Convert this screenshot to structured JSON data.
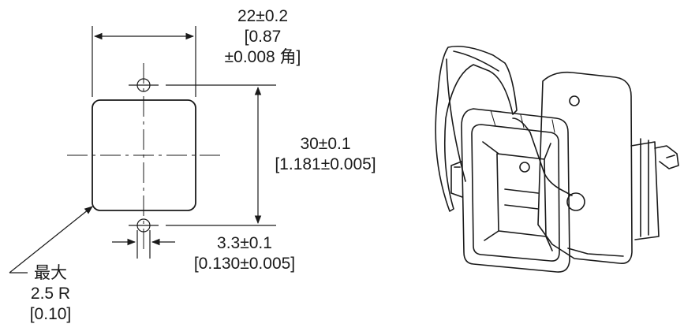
{
  "drawing": {
    "width_dim": {
      "line1": "22±0.2",
      "line2": "[0.87",
      "line3": "±0.008 角]"
    },
    "height_dim": {
      "line1": "30±0.1",
      "line2": "[1.181±0.005]"
    },
    "hole_dim": {
      "line1": "3.3±0.1",
      "line2": "[0.130±0.005]"
    },
    "radius_note": {
      "line1": "最大",
      "line2": "2.5 R",
      "line3": "[0.10]"
    }
  },
  "colors": {
    "line": "#1a1a1a",
    "background": "#ffffff"
  }
}
